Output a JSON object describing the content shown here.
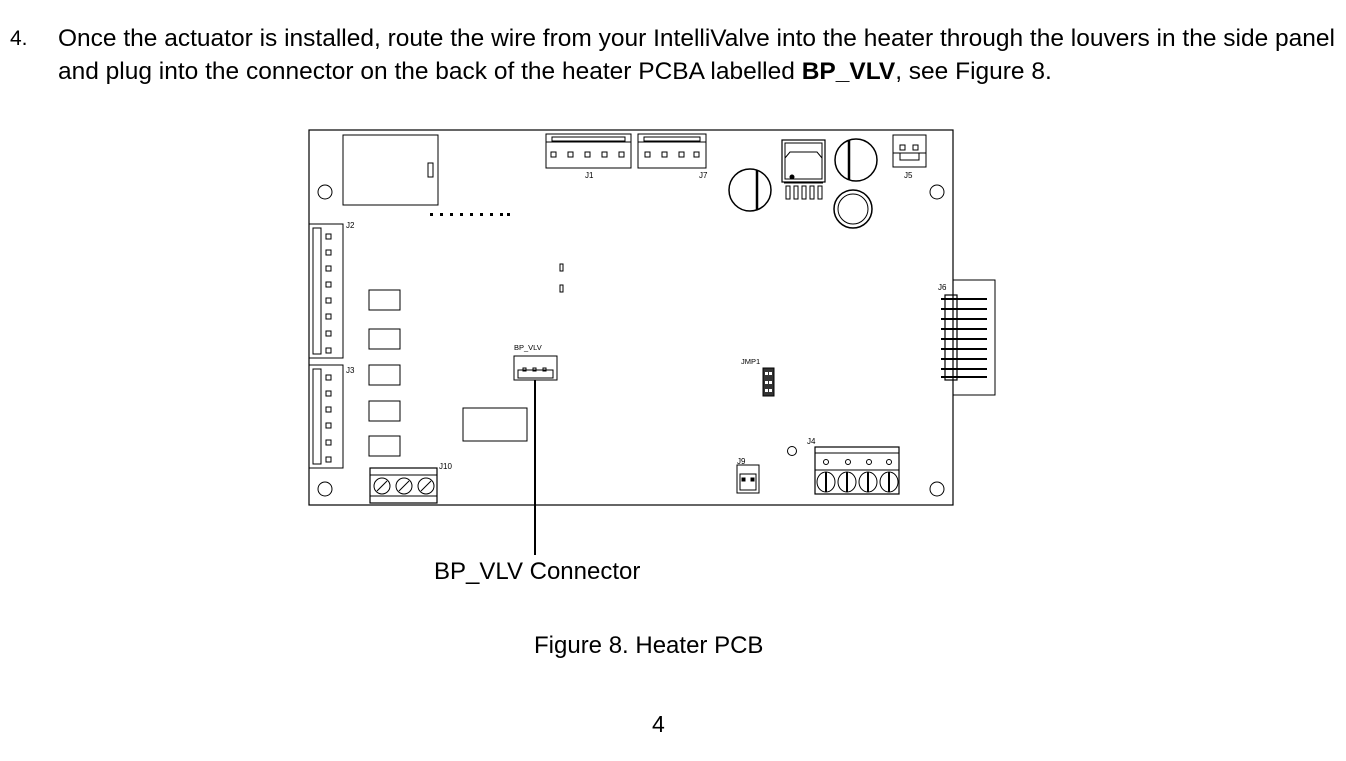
{
  "step": {
    "number": "4.",
    "text_before": "Once the actuator is installed, route the wire from your IntelliValve into the heater through the louvers in the side panel and plug into the connector on the back of the heater PCBA labelled ",
    "bold_label": "BP_VLV",
    "text_after": ", see Figure 8."
  },
  "figure": {
    "labels": {
      "j1": "J1",
      "j2": "J2",
      "j3": "J3",
      "j4": "J4",
      "j5": "J5",
      "j6": "J6",
      "j7": "J7",
      "j9": "J9",
      "j10": "J10",
      "bp_vlv": "BP_VLV",
      "jmp1": "JMP1"
    },
    "callout": "BP_VLV Connector",
    "caption": "Figure 8. Heater PCB"
  },
  "page_number": "4"
}
